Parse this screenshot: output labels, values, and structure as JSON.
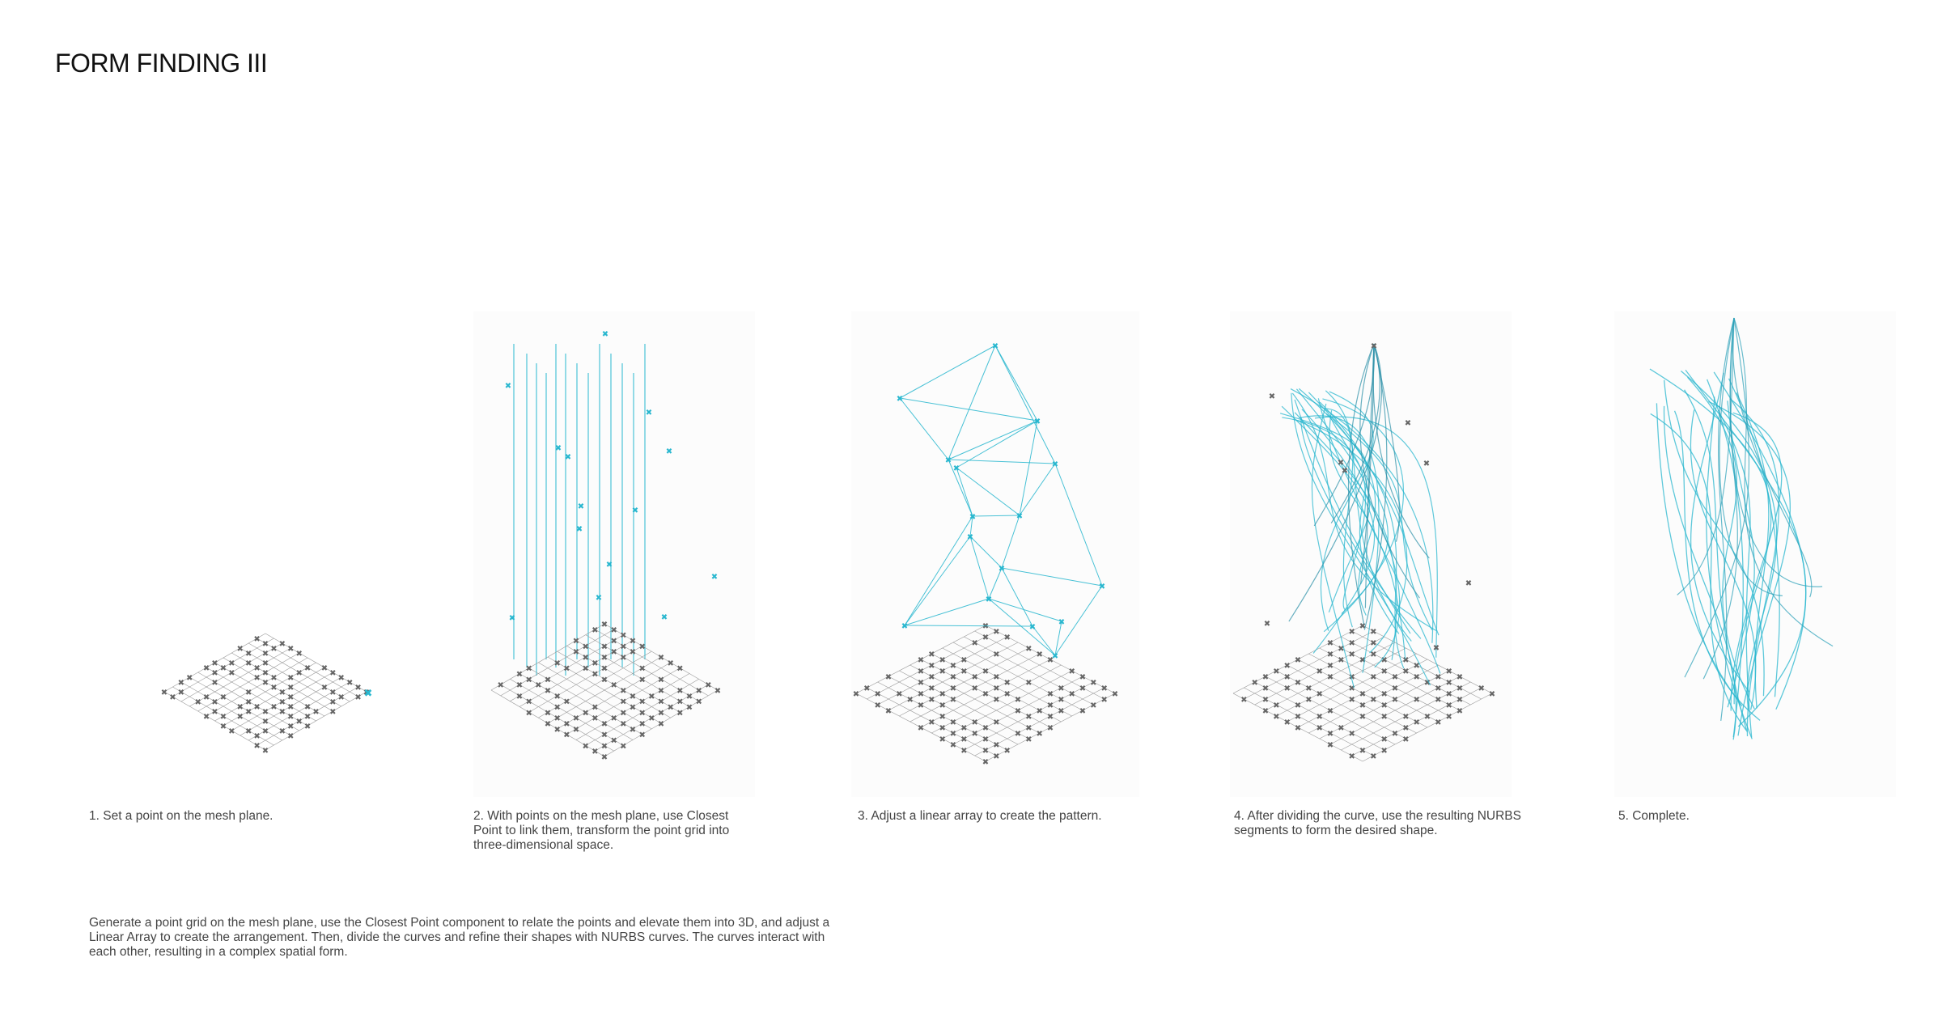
{
  "title": "FORM FINDING III",
  "colors": {
    "accent": "#29b7cf",
    "point": "#666666",
    "grid": "#9a9a9a"
  },
  "steps": [
    {
      "caption": "1. Set a point on the mesh plane."
    },
    {
      "caption": "2. With points on the mesh plane, use Closest Point to link them, transform the point grid into three-dimensional space."
    },
    {
      "caption": "3. Adjust a linear array to create the pattern."
    },
    {
      "caption": "4. After dividing the curve, use the resulting NURBS segments to form the desired shape."
    },
    {
      "caption": "5. Complete."
    }
  ],
  "summary": "Generate a point grid on the mesh plane, use the Closest Point component to relate the points and elevate them into 3D, and adjust a Linear Array to create the arrangement. Then, divide the curves and refine their shapes with NURBS curves. The curves interact with each other, resulting in a complex spatial form."
}
